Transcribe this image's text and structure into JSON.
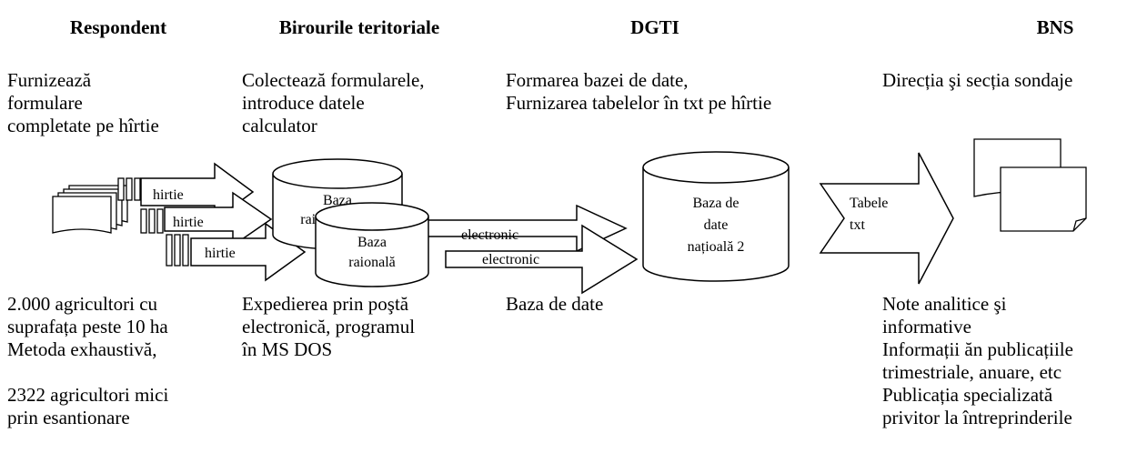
{
  "columns": [
    {
      "header": "Respondent",
      "top": [
        "Furnizează",
        "formulare",
        "completate pe hîrtie"
      ],
      "bottom": [
        "2.000 agricultori cu",
        "suprafața peste 10 ha",
        "Metoda exhaustivă,",
        "",
        "2322 agricultori mici",
        "prin esantionare"
      ]
    },
    {
      "header": "Birourile teritoriale",
      "top": [
        "Colectează formularele,",
        "introduce datele",
        "calculator"
      ],
      "bottom": [
        "Expedierea prin poştă",
        "electronică, programul",
        "în MS DOS"
      ]
    },
    {
      "header": "DGTI",
      "top": [
        "Formarea bazei de date,",
        "Furnizarea tabelelor în txt pe hîrtie"
      ],
      "bottom": [
        "Baza de date"
      ]
    },
    {
      "header": "BNS",
      "top": [
        "Direcția şi secția sondaje"
      ],
      "bottom": [
        "Note analitice şi",
        "informative",
        "Informații ăn publicațiile",
        "trimestriale, anuare, etc",
        "Publicația specializată",
        "privitor la întreprinderile"
      ]
    }
  ],
  "diagram": {
    "paper_arrows": [
      "hirtie",
      "hirtie",
      "hirtie"
    ],
    "db_regional_back": [
      "Baza",
      "raionala"
    ],
    "db_regional_front": [
      "Baza",
      "raională"
    ],
    "electronic_arrows": [
      "electronic",
      "electronic"
    ],
    "db_national": [
      "Baza de",
      "date",
      "națioală 2"
    ],
    "tables_arrow": [
      "Tabele",
      "txt"
    ]
  }
}
